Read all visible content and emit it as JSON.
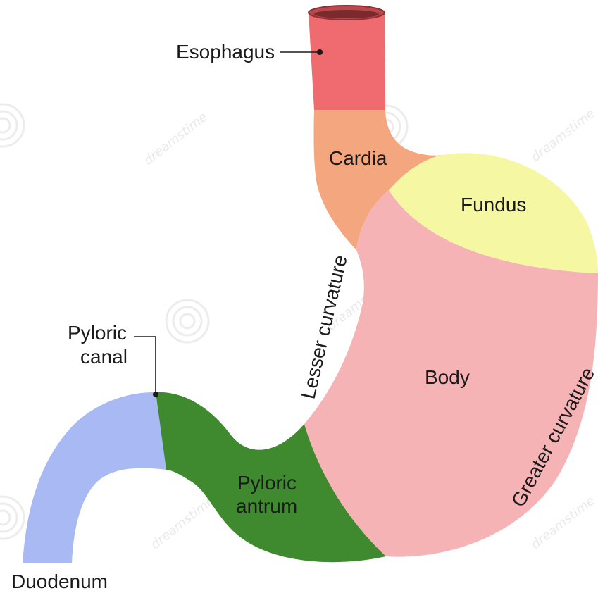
{
  "diagram": {
    "labels": {
      "esophagus": "Esophagus",
      "cardia": "Cardia",
      "fundus": "Fundus",
      "body": "Body",
      "lesser_curvature": "Lesser curvature",
      "greater_curvature": "Greater curvature",
      "pyloric_canal_line1": "Pyloric",
      "pyloric_canal_line2": "canal",
      "pyloric_antrum_line1": "Pyloric",
      "pyloric_antrum_line2": "antrum",
      "duodenum": "Duodenum"
    },
    "region_colors": {
      "esophagus": "#ef6b6f",
      "cardia": "#f4a77e",
      "fundus": "#f5f7a3",
      "body": "#f6b3b6",
      "pyloric_antrum": "#3f8a2e",
      "duodenum": "#a9b9f3"
    },
    "watermark": "dreamstime"
  }
}
